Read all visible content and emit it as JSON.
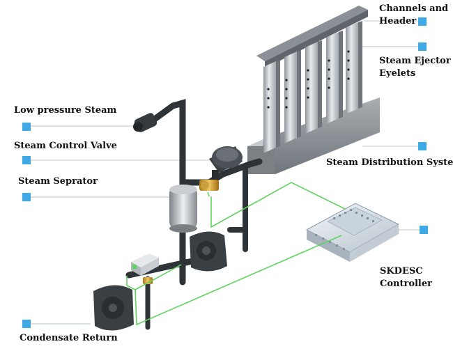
{
  "colors": {
    "marker": "#3fa9e6",
    "signal_wire": "#5fd35f",
    "pipe": "#2f3438",
    "steel": "#b9bec3",
    "controller": "#dfe6ee"
  },
  "labels": {
    "channels_header_line1": "Channels and",
    "channels_header_line2": "Header",
    "ejector_line1": "Steam Ejector",
    "ejector_line2": "Eyelets",
    "low_pressure": "Low pressure Steam",
    "control_valve": "Steam Control Valve",
    "distribution": "Steam Distribution System",
    "separator": "Steam Seprator",
    "controller_line1": "SKDESC",
    "controller_line2": "Controller",
    "condensate": "Condensate Return"
  }
}
